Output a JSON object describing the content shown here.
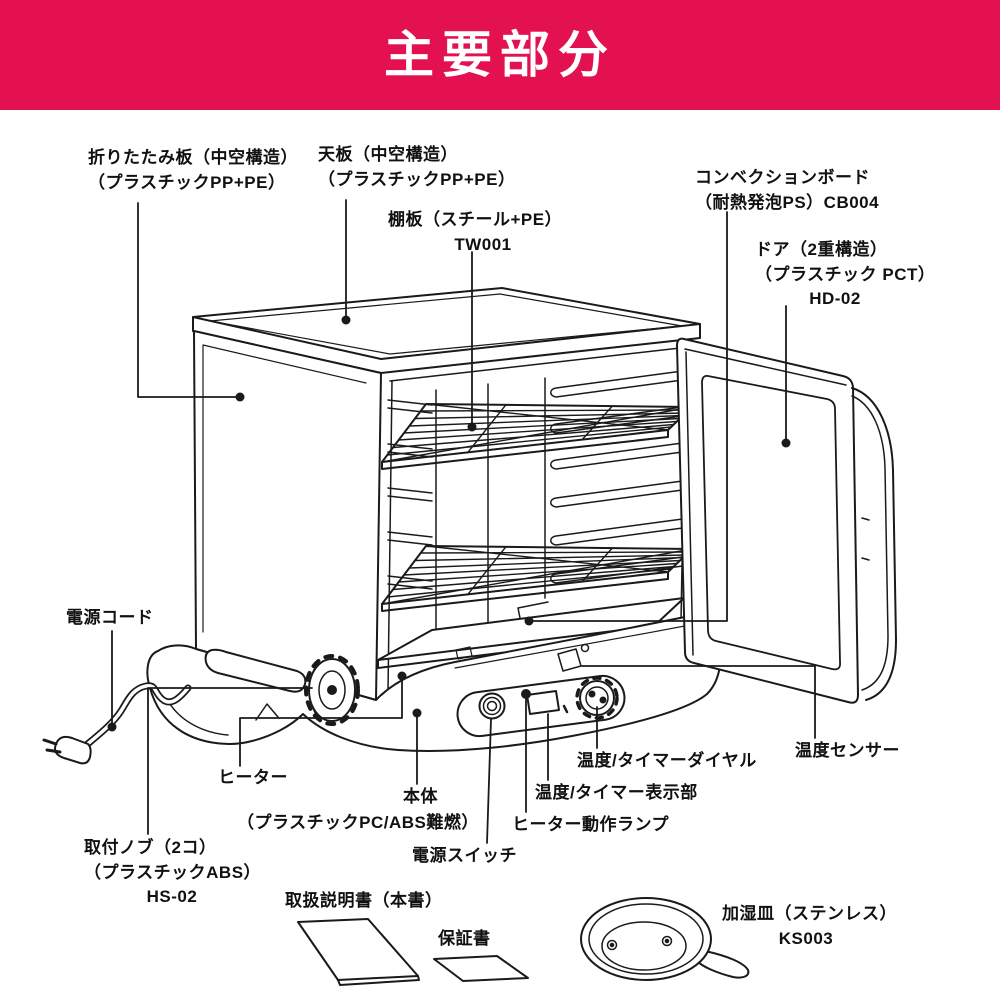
{
  "header": {
    "title": "主要部分",
    "banner_color": "#e3114f",
    "title_color": "#ffffff"
  },
  "diagram": {
    "line_color": "#1a1a1a",
    "labels": {
      "folding_board": {
        "line1": "折りたたみ板（中空構造）",
        "line2": "（プラスチックPP+PE）"
      },
      "top_plate": {
        "line1": "天板（中空構造）",
        "line2": "（プラスチックPP+PE）"
      },
      "shelf_board": {
        "line1": "棚板（スチール+PE）",
        "line2": "TW001"
      },
      "convection_board": {
        "line1": "コンベクションボード",
        "line2": "（耐熱発泡PS）CB004"
      },
      "door": {
        "line1": "ドア（2重構造）",
        "line2": "（プラスチック PCT）",
        "line3": "HD-02"
      },
      "power_cord": "電源コード",
      "heater": "ヒーター",
      "mounting_knob": {
        "line1": "取付ノブ（2コ）",
        "line2": "（プラスチックABS）",
        "line3": "HS-02"
      },
      "body": {
        "line1": "本体",
        "line2": "（プラスチックPC/ABS難燃）"
      },
      "power_switch": "電源スイッチ",
      "heater_lamp": "ヒーター動作ランプ",
      "temp_timer_display": "温度/タイマー表示部",
      "temp_timer_dial": "温度/タイマーダイヤル",
      "temp_sensor": "温度センサー",
      "manual": "取扱説明書（本書）",
      "warranty": "保証書",
      "humidifying_dish": {
        "line1": "加湿皿（ステンレス）",
        "line2": "KS003"
      }
    }
  }
}
